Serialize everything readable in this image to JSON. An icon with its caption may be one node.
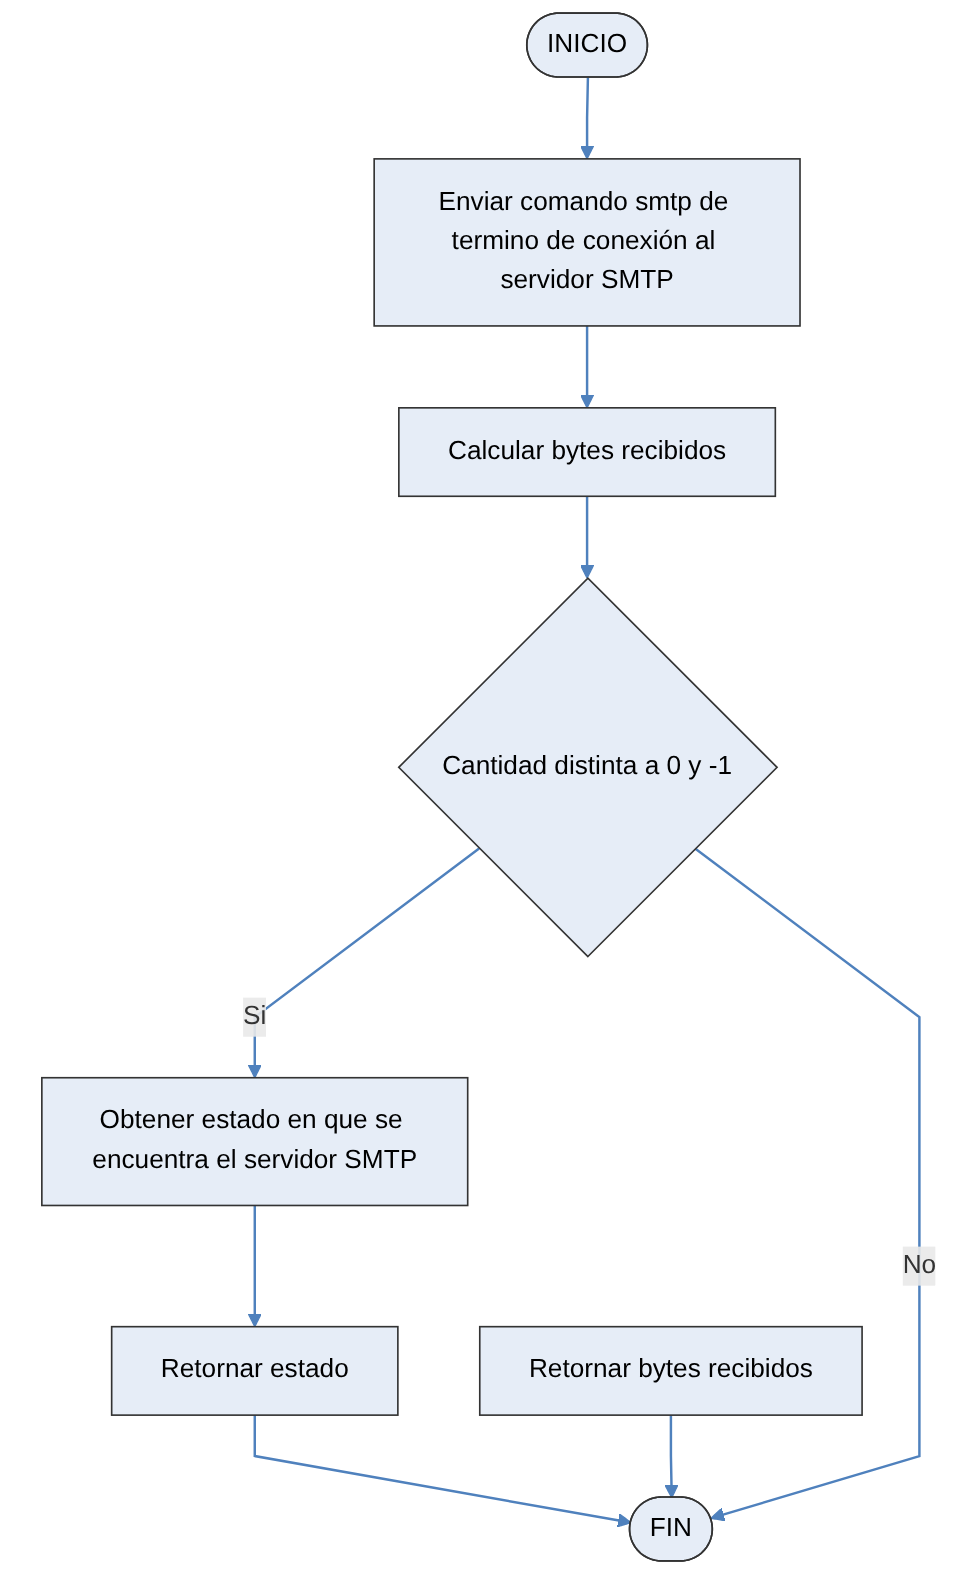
{
  "diagram": {
    "nodes": [
      {
        "text": [
          "INICIO"
        ]
      },
      {
        "text": [
          "Enviar comando smtp de termino de conexión al servidor SMTP"
        ]
      },
      {
        "text": [
          "Calcular bytes recibidos"
        ]
      },
      {
        "text": [
          "Cantidad distinta a 0 y -1"
        ]
      },
      {
        "text": [
          "Obtener estado en que se encuentra el servidor SMTP"
        ]
      },
      {
        "text": [
          "Retornar estado"
        ]
      },
      {
        "text": [
          "Retornar bytes recibidos"
        ]
      },
      {
        "text": [
          "FIN"
        ]
      }
    ],
    "edges": [
      {
        "from": 0,
        "to": 1,
        "arrow": "to"
      },
      {
        "from": 1,
        "to": 2,
        "arrow": "to"
      },
      {
        "from": 2,
        "to": 3,
        "arrow": "to"
      },
      {
        "from": 3,
        "to": 4,
        "label": "Si",
        "arrow": "to"
      },
      {
        "from": 4,
        "to": 5,
        "arrow": "to"
      },
      {
        "from": 5,
        "to": 7,
        "arrow": "to"
      },
      {
        "from": 6,
        "to": 7,
        "arrow": "to"
      },
      {
        "from": 3,
        "to": 7,
        "label": "No",
        "arrow": "to"
      }
    ]
  }
}
